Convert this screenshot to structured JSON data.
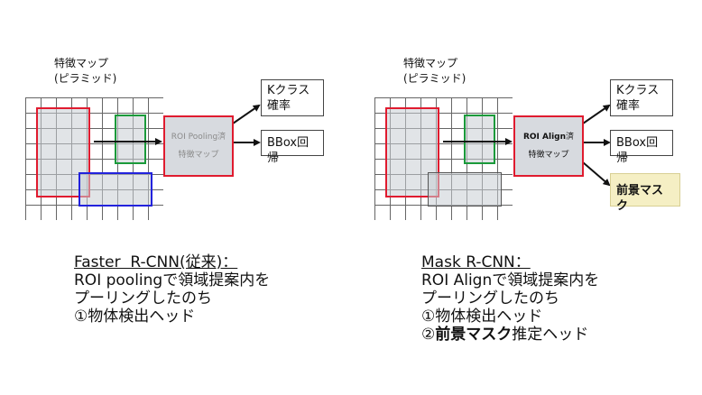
{
  "left": {
    "fmap_label_line1": "特徴マップ",
    "fmap_label_line2": "(ピラミッド)",
    "proc_line1": "ROI Pooling済",
    "proc_line2": "特徴マップ",
    "out_k_line1": "Kクラス",
    "out_k_line2": "確率",
    "out_bbox": "BBox回帰",
    "caption_line1": "Faster  R-CNN(従来)：",
    "caption_line2": "ROI poolingで領域提案内を",
    "caption_line3": "プーリングしたのち",
    "caption_line4": "①物体検出ヘッド"
  },
  "right": {
    "fmap_label_line1": "特徴マップ",
    "fmap_label_line2": "(ピラミッド)",
    "proc_line1_bold": "ROI Align",
    "proc_line1_rest": "済",
    "proc_line2": "特徴マップ",
    "out_k_line1": "Kクラス",
    "out_k_line2": "確率",
    "out_bbox": "BBox回帰",
    "out_mask": "前景マスク",
    "caption_line1": "Mask R-CNN：",
    "caption_line2": "ROI Alignで領域提案内を",
    "caption_line3": "プーリングしたのち",
    "caption_line4": "①物体検出ヘッド",
    "caption_line5_num": "②",
    "caption_line5_bold": "前景マスク",
    "caption_line5_rest": "推定ヘッド"
  },
  "colors": {
    "red_box": "#e01b2f",
    "green_box": "#1a9a3a",
    "blue_box": "#2222dd",
    "proc_fill": "#d7dadf",
    "mask_fill": "#f5efc4"
  }
}
